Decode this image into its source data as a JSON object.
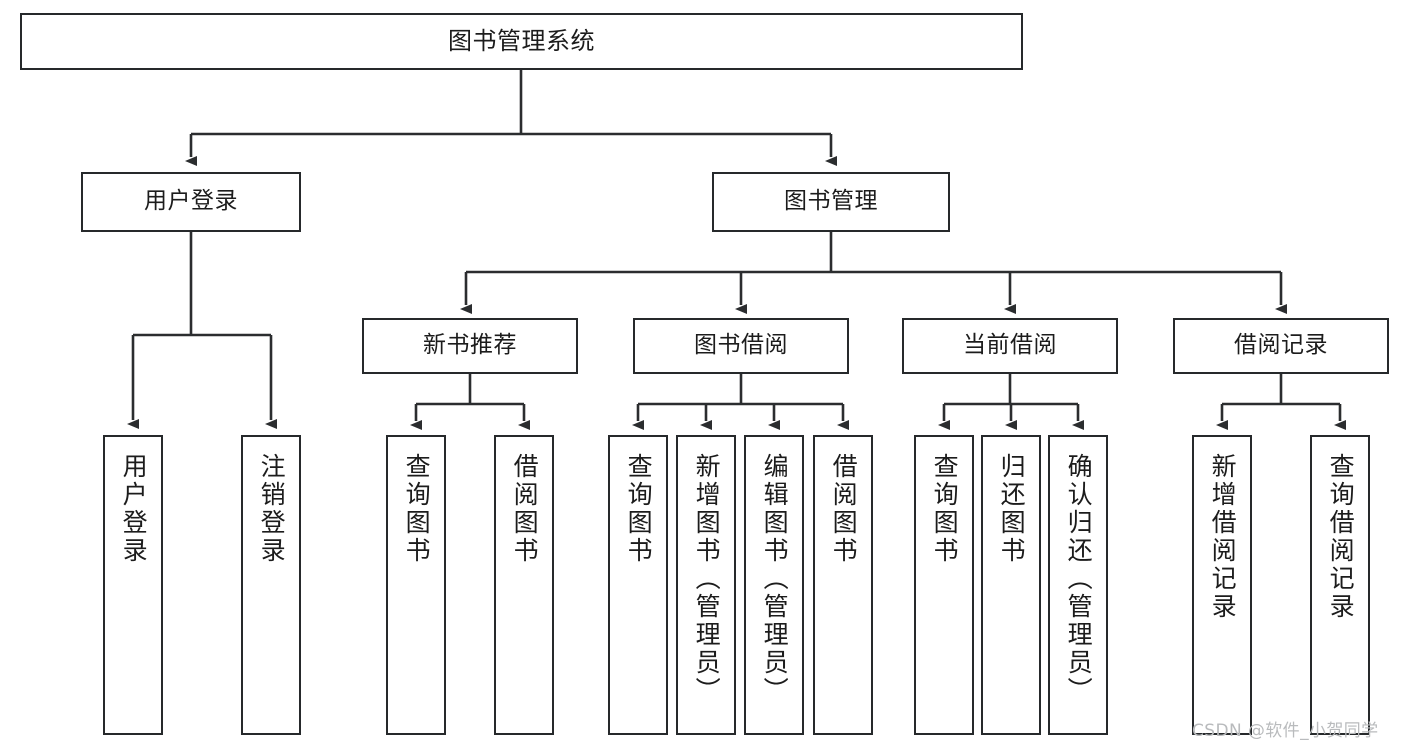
{
  "diagram": {
    "title": "图书管理系统",
    "type": "hierarchy-tree",
    "orientation": "top-down",
    "background_color": "#ffffff",
    "box_border_color": "#26292b",
    "box_fill_color": "#ffffff",
    "connector_color": "#2b2d2f"
  },
  "nodes": {
    "root": {
      "label": "图书管理系统",
      "level": 0
    },
    "level1": [
      {
        "id": "user-login",
        "label": "用户登录",
        "level": 1
      },
      {
        "id": "book-manage",
        "label": "图书管理",
        "level": 1
      }
    ],
    "level2": [
      {
        "id": "new-book-recommend",
        "label": "新书推荐",
        "level": 2,
        "parent": "book-manage"
      },
      {
        "id": "book-borrow",
        "label": "图书借阅",
        "level": 2,
        "parent": "book-manage"
      },
      {
        "id": "current-borrow",
        "label": "当前借阅",
        "level": 2,
        "parent": "book-manage"
      },
      {
        "id": "borrow-record",
        "label": "借阅记录",
        "level": 2,
        "parent": "book-manage"
      }
    ],
    "leaves": [
      {
        "id": "leaf-user-login",
        "label": "用户登录",
        "parent": "user-login"
      },
      {
        "id": "leaf-logout",
        "label": "注销登录",
        "parent": "user-login"
      },
      {
        "id": "leaf-query-book-1",
        "label": "查询图书",
        "parent": "new-book-recommend"
      },
      {
        "id": "leaf-borrow-book-1",
        "label": "借阅图书",
        "parent": "new-book-recommend"
      },
      {
        "id": "leaf-query-book-2",
        "label": "查询图书",
        "parent": "book-borrow"
      },
      {
        "id": "leaf-add-book",
        "label": "新增图书（管理员）",
        "parent": "book-borrow"
      },
      {
        "id": "leaf-edit-book",
        "label": "编辑图书（管理员）",
        "parent": "book-borrow"
      },
      {
        "id": "leaf-borrow-book-2",
        "label": "借阅图书",
        "parent": "book-borrow"
      },
      {
        "id": "leaf-query-book-3",
        "label": "查询图书",
        "parent": "current-borrow"
      },
      {
        "id": "leaf-return-book",
        "label": "归还图书",
        "parent": "current-borrow"
      },
      {
        "id": "leaf-confirm-return",
        "label": "确认归还（管理员）",
        "parent": "current-borrow"
      },
      {
        "id": "leaf-add-record",
        "label": "新增借阅记录",
        "parent": "borrow-record"
      },
      {
        "id": "leaf-query-record",
        "label": "查询借阅记录",
        "parent": "borrow-record"
      }
    ]
  },
  "watermark": {
    "text": "CSDN @软件_小贺同学",
    "color": "#b9bbbd"
  }
}
